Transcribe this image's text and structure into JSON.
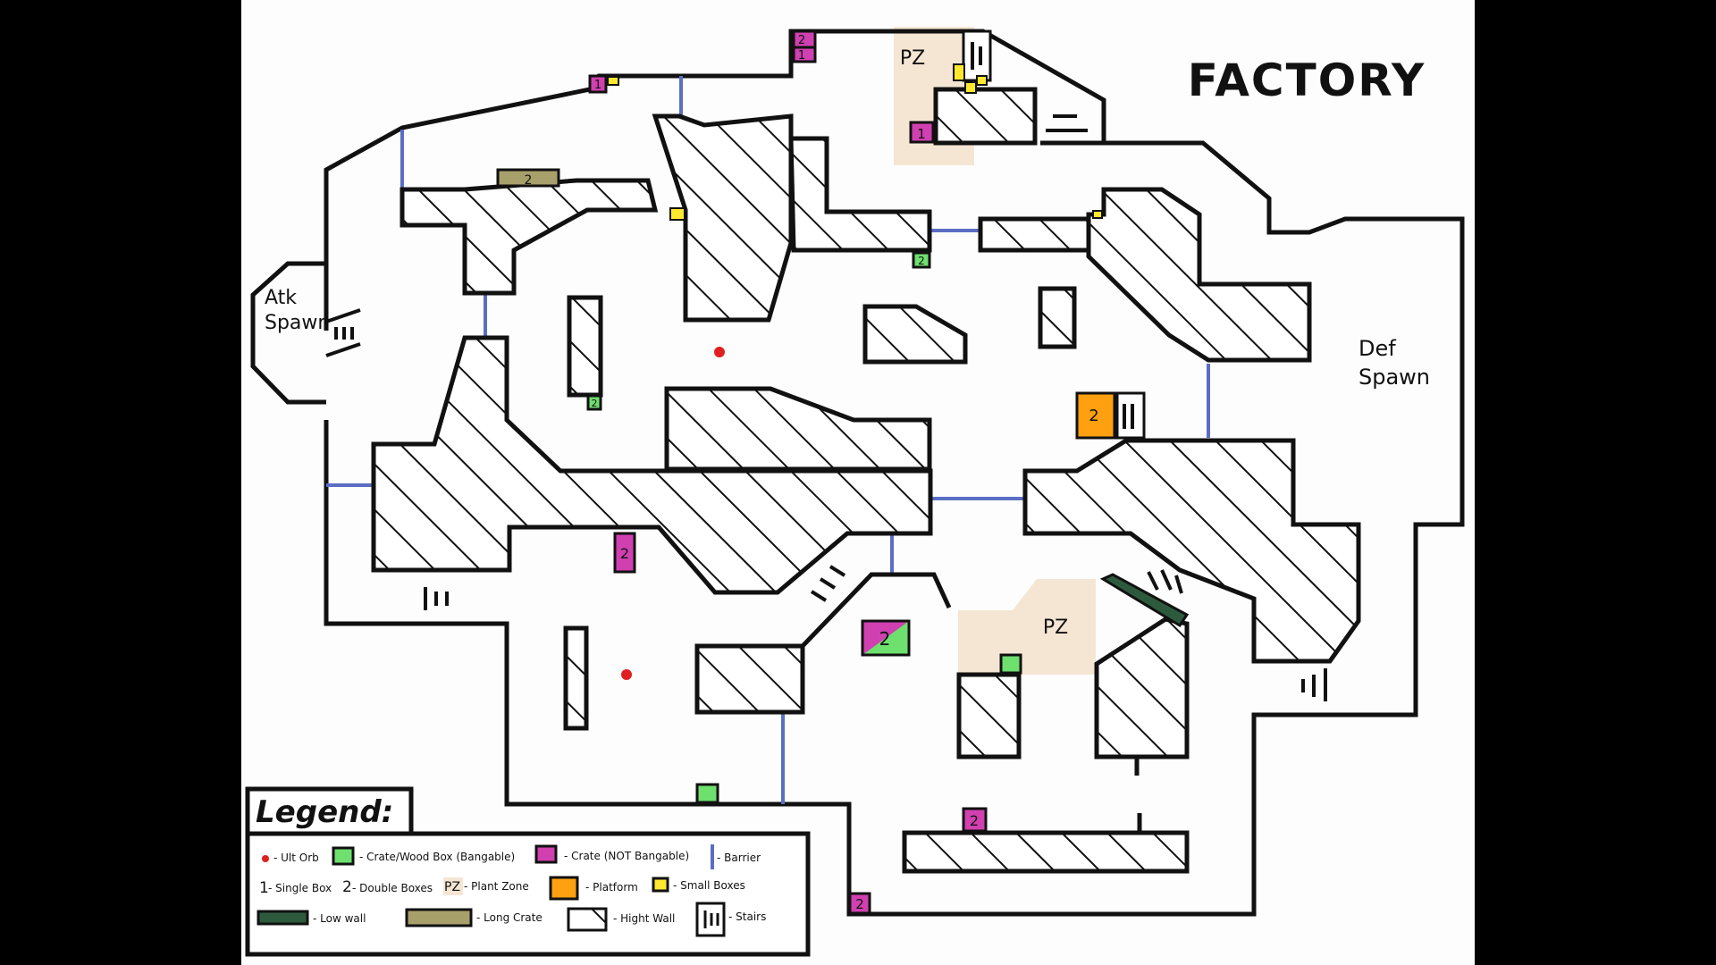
{
  "map": {
    "title": "FACTORY",
    "spawns": {
      "attacker": [
        "Atk",
        "Spawn"
      ],
      "defender": [
        "Def",
        "Spawn"
      ]
    },
    "plant_zone_label": "PZ",
    "box_labels": {
      "single": "1",
      "double": "2"
    }
  },
  "legend": {
    "title": "Legend:",
    "items": {
      "ult_orb": "- Ult Orb",
      "crate_bangable": "- Crate/Wood Box (Bangable)",
      "crate_not_bangable": "- Crate (NOT Bangable)",
      "barrier": "- Barrier",
      "single_box_key": "1",
      "single_box": "- Single Box",
      "double_box_key": "2",
      "double_boxes": "- Double Boxes",
      "plant_zone_key": "PZ",
      "plant_zone": "- Plant Zone",
      "platform": "- Platform",
      "small_boxes": "- Small Boxes",
      "low_wall": "- Low wall",
      "long_crate": "- Long Crate",
      "high_wall": "- Hight Wall",
      "stairs": "- Stairs"
    }
  },
  "colors": {
    "background": "#000000",
    "paper": "#FFFFFF",
    "wall": "#111111",
    "barrier": "#5A6EC4",
    "ult_orb": "#E02020",
    "crate_bangable": "#6EE06E",
    "crate_not_bangable": "#D040B0",
    "plant_zone": "#F5E6D3",
    "platform": "#FFA010",
    "small_boxes": "#FFE830",
    "low_wall": "#2D5A3C",
    "long_crate": "#A8A06A"
  }
}
